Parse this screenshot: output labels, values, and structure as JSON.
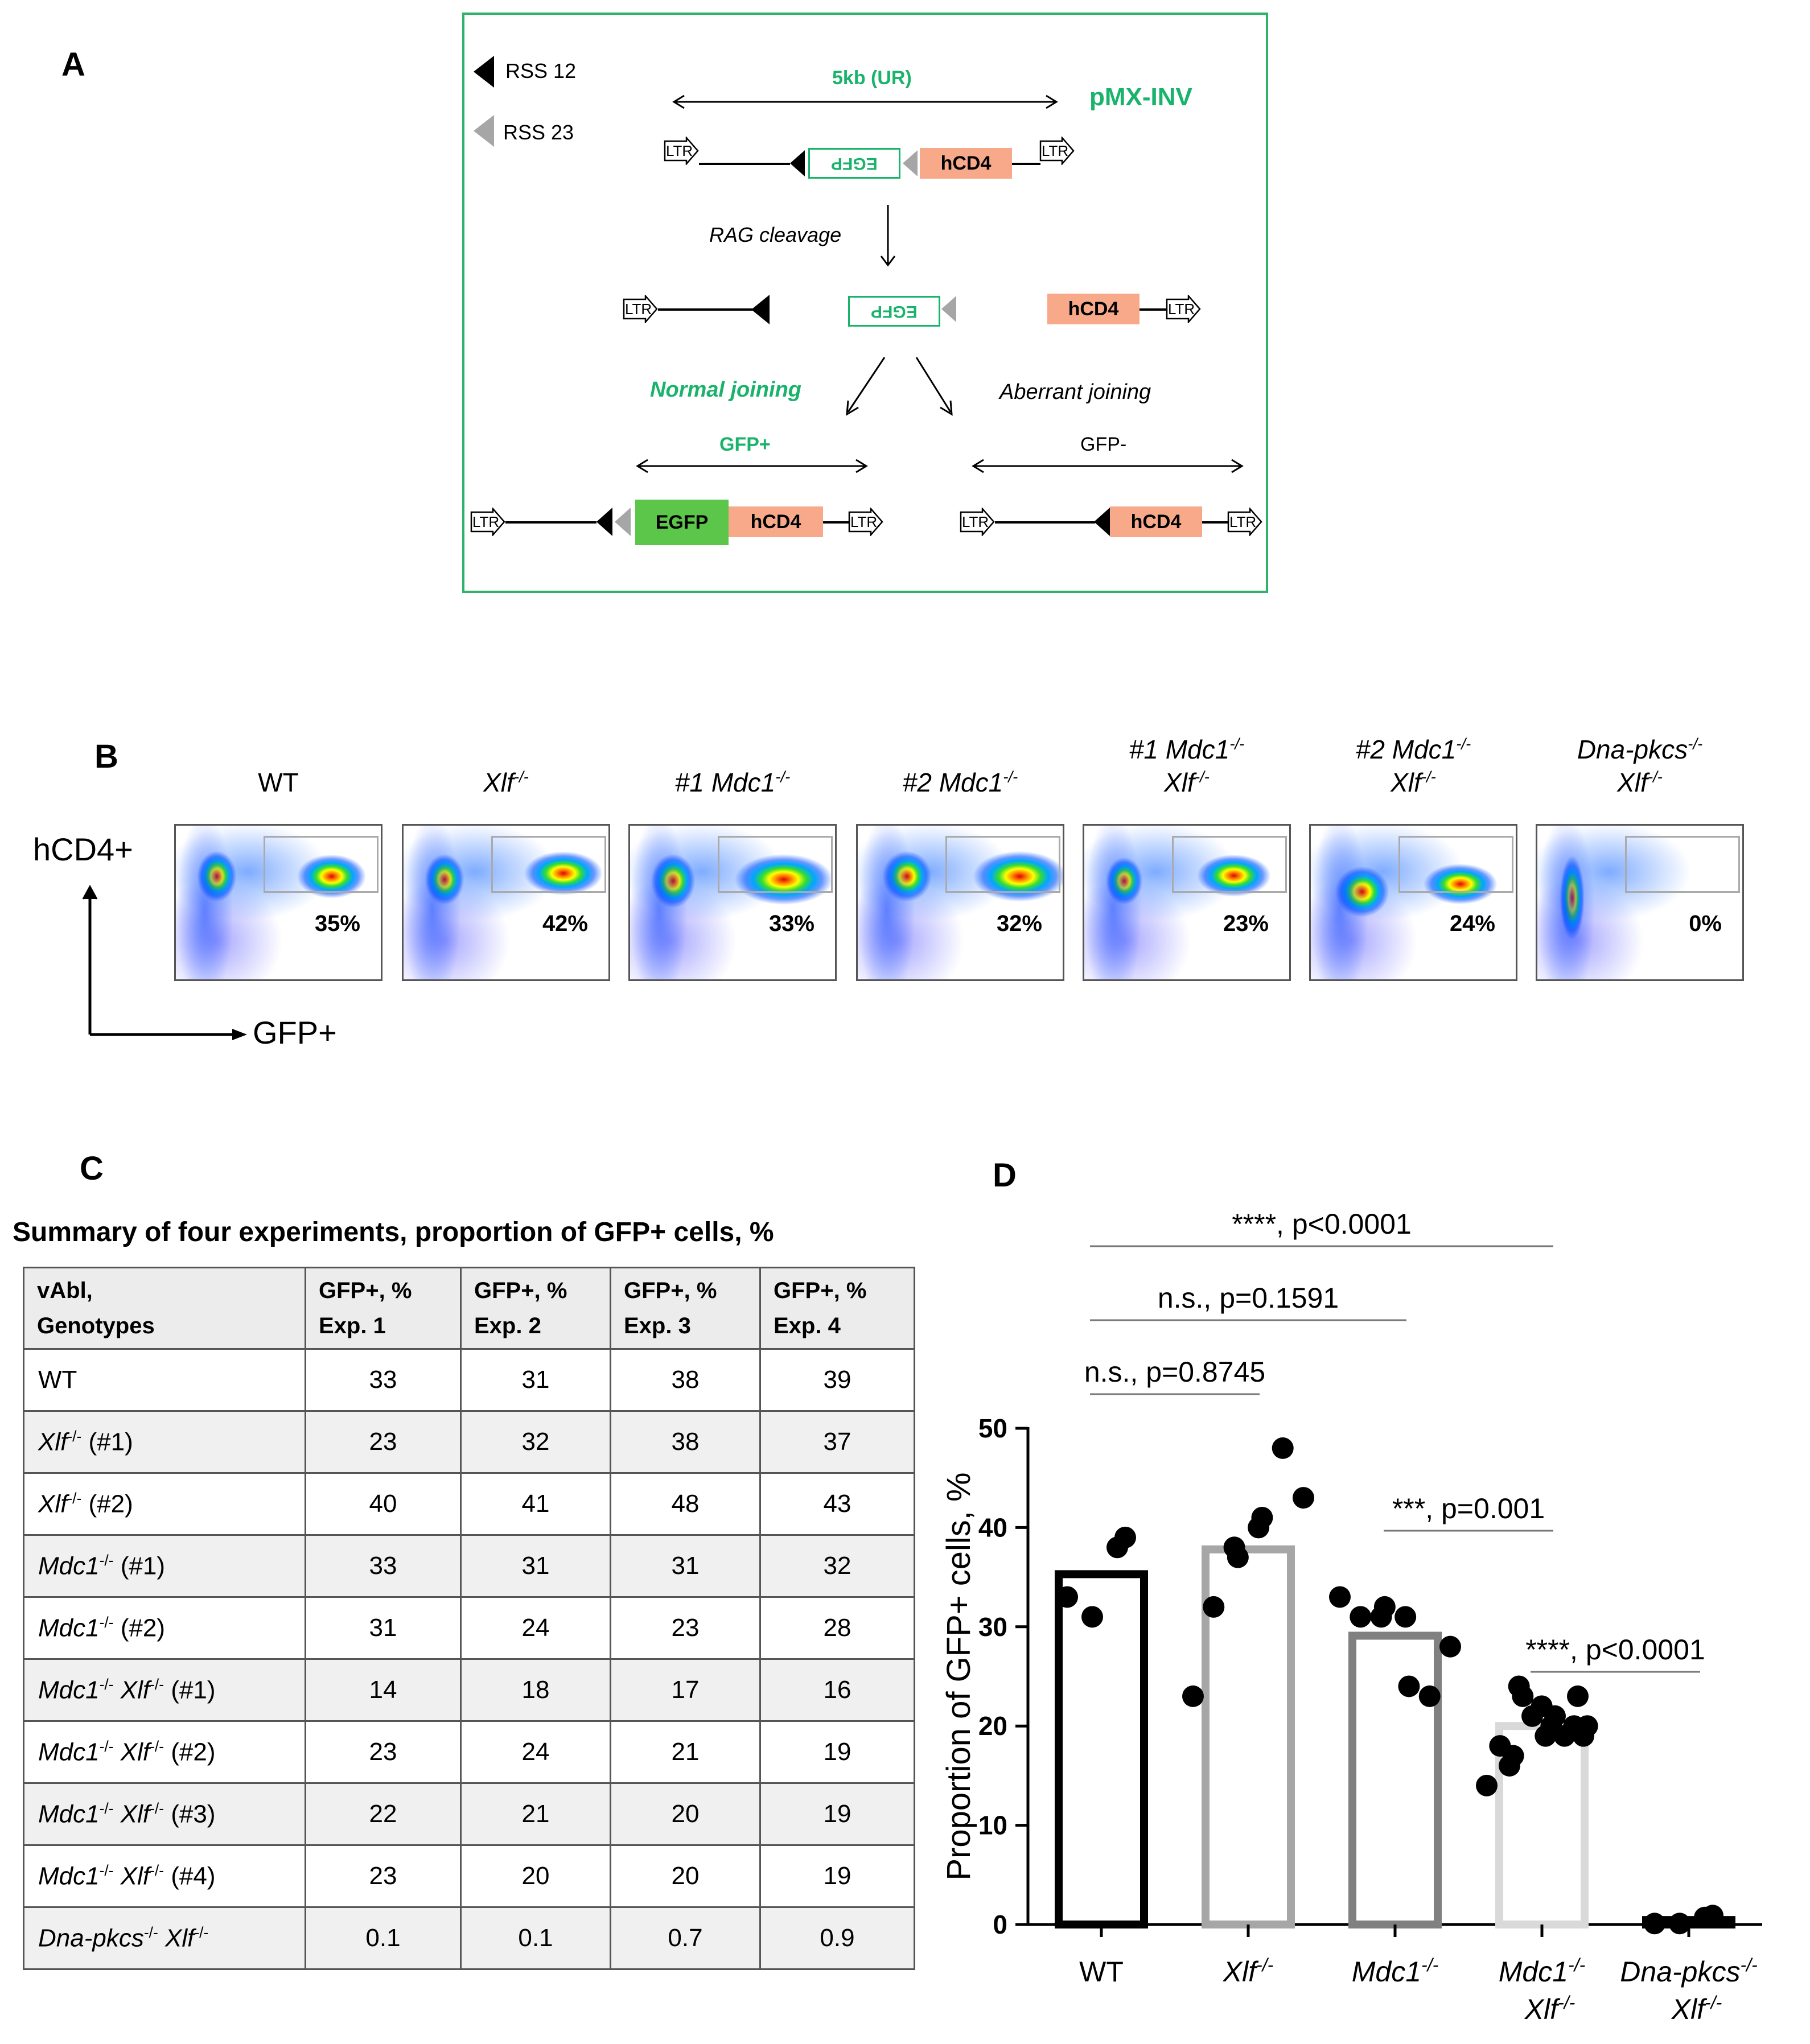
{
  "panel_labels": {
    "a": "A",
    "b": "B",
    "c": "C",
    "d": "D"
  },
  "panelA": {
    "legend_rss12": "RSS 12",
    "legend_rss23": "RSS 23",
    "span_top": "5kb (UR)",
    "construct_name": "pMX-INV",
    "ltr": "LTR",
    "egfp": "EGFP",
    "hcd4": "hCD4",
    "rag_cleavage": "RAG cleavage",
    "normal_joining": "Normal joining",
    "aberrant_joining": "Aberrant joining",
    "gfp_pos": "GFP+",
    "gfp_neg": "GFP-",
    "colors": {
      "green": "#19b36b",
      "hcd4_fill": "#f7a98a",
      "egfp_fill": "#5cc64b",
      "rss23": "#a6a6a6"
    }
  },
  "panelB": {
    "y_axis": "hCD4+",
    "x_axis": "GFP+",
    "plots": [
      {
        "label_line1": "",
        "label_line2": "WT",
        "pct": "35%"
      },
      {
        "label_line1": "",
        "label_line2": "Xlf",
        "sup2": "-/-",
        "pct": "42%"
      },
      {
        "label_line1": "",
        "label_line2": "#1 Mdc1",
        "sup2": "-/-",
        "pct": "33%"
      },
      {
        "label_line1": "",
        "label_line2": "#2 Mdc1",
        "sup2": "-/-",
        "pct": "32%"
      },
      {
        "label_line1": "#1 Mdc1",
        "sup1": "-/-",
        "label_line2": "Xlf",
        "sup2": "-/-",
        "pct": "23%"
      },
      {
        "label_line1": "#2 Mdc1",
        "sup1": "-/-",
        "label_line2": "Xlf",
        "sup2": "-/-",
        "pct": "24%"
      },
      {
        "label_line1": "Dna-pkcs",
        "sup1": "-/-",
        "label_line2": "Xlf",
        "sup2": "-/-",
        "pct": "0%"
      }
    ]
  },
  "panelC": {
    "title": "Summary of four experiments, proportion of GFP+ cells, %",
    "header": [
      "vAbl,\nGenotypes",
      "GFP+, %\nExp. 1",
      "GFP+, %\nExp. 2",
      "GFP+, %\nExp. 3",
      "GFP+, %\nExp. 4"
    ],
    "rows": [
      {
        "g1": "WT",
        "s1": "",
        "g2": "",
        "s2": "",
        "suffix": "",
        "v": [
          "33",
          "31",
          "38",
          "39"
        ]
      },
      {
        "g1": "Xlf",
        "s1": "-/-",
        "g2": "",
        "s2": "",
        "suffix": " (#1)",
        "v": [
          "23",
          "32",
          "38",
          "37"
        ]
      },
      {
        "g1": "Xlf",
        "s1": "-/-",
        "g2": "",
        "s2": "",
        "suffix": " (#2)",
        "v": [
          "40",
          "41",
          "48",
          "43"
        ]
      },
      {
        "g1": "Mdc1",
        "s1": "-/-",
        "g2": "",
        "s2": "",
        "suffix": " (#1)",
        "v": [
          "33",
          "31",
          "31",
          "32"
        ]
      },
      {
        "g1": "Mdc1",
        "s1": "-/-",
        "g2": "",
        "s2": "",
        "suffix": " (#2)",
        "v": [
          "31",
          "24",
          "23",
          "28"
        ]
      },
      {
        "g1": "Mdc1",
        "s1": "-/-",
        "g2": " Xlf",
        "s2": "-/-",
        "suffix": " (#1)",
        "v": [
          "14",
          "18",
          "17",
          "16"
        ]
      },
      {
        "g1": "Mdc1",
        "s1": "-/-",
        "g2": " Xlf",
        "s2": "-/-",
        "suffix": " (#2)",
        "v": [
          "23",
          "24",
          "21",
          "19"
        ]
      },
      {
        "g1": "Mdc1",
        "s1": "-/-",
        "g2": " Xlf",
        "s2": "-/-",
        "suffix": " (#3)",
        "v": [
          "22",
          "21",
          "20",
          "19"
        ]
      },
      {
        "g1": "Mdc1",
        "s1": "-/-",
        "g2": " Xlf",
        "s2": "-/-",
        "suffix": " (#4)",
        "v": [
          "23",
          "20",
          "20",
          "19"
        ]
      },
      {
        "g1": "Dna-pkcs",
        "s1": "-/-",
        "g2": " Xlf",
        "s2": "-/-",
        "suffix": "",
        "v": [
          "0.1",
          "0.1",
          "0.7",
          "0.9"
        ]
      }
    ]
  },
  "chart_data": {
    "type": "bar",
    "ylabel": "Proportion of GFP+ cells, %",
    "ylim": [
      0,
      50
    ],
    "yticks": [
      0,
      10,
      20,
      30,
      40,
      50
    ],
    "categories": [
      {
        "line1": "WT",
        "sup1": "",
        "line2": "",
        "sup2": ""
      },
      {
        "line1": "Xlf",
        "sup1": "-/-",
        "line2": "",
        "sup2": ""
      },
      {
        "line1": "Mdc1",
        "sup1": "-/-",
        "line2": "",
        "sup2": ""
      },
      {
        "line1": "Mdc1",
        "sup1": "-/-",
        "line2": "Xlf",
        "sup2": "-/-"
      },
      {
        "line1": "Dna-pkcs",
        "sup1": "-/-",
        "line2": "Xlf",
        "sup2": "-/-"
      }
    ],
    "bar_colors": [
      "#000000",
      "#a6a6a6",
      "#808080",
      "#d9d9d9",
      "#000000"
    ],
    "means": [
      35.3,
      37.8,
      29.1,
      20,
      0.45
    ],
    "points": [
      [
        33,
        31,
        38,
        39
      ],
      [
        23,
        32,
        38,
        37,
        40,
        41,
        48,
        43
      ],
      [
        33,
        31,
        31,
        32,
        31,
        24,
        23,
        28
      ],
      [
        14,
        18,
        17,
        16,
        23,
        24,
        21,
        19,
        22,
        21,
        20,
        19,
        23,
        20,
        20,
        19
      ],
      [
        0.1,
        0.1,
        0.7,
        0.9
      ]
    ],
    "comparisons": [
      {
        "from": 0,
        "to": 3,
        "text": "****, p<0.0001"
      },
      {
        "from": 0,
        "to": 2,
        "text": "n.s., p=0.1591"
      },
      {
        "from": 0,
        "to": 1,
        "text": "n.s., p=0.8745"
      },
      {
        "from": 2,
        "to": 3,
        "text": "***, p=0.001"
      },
      {
        "from": 3,
        "to": 4,
        "text": "****, p<0.0001"
      }
    ]
  }
}
